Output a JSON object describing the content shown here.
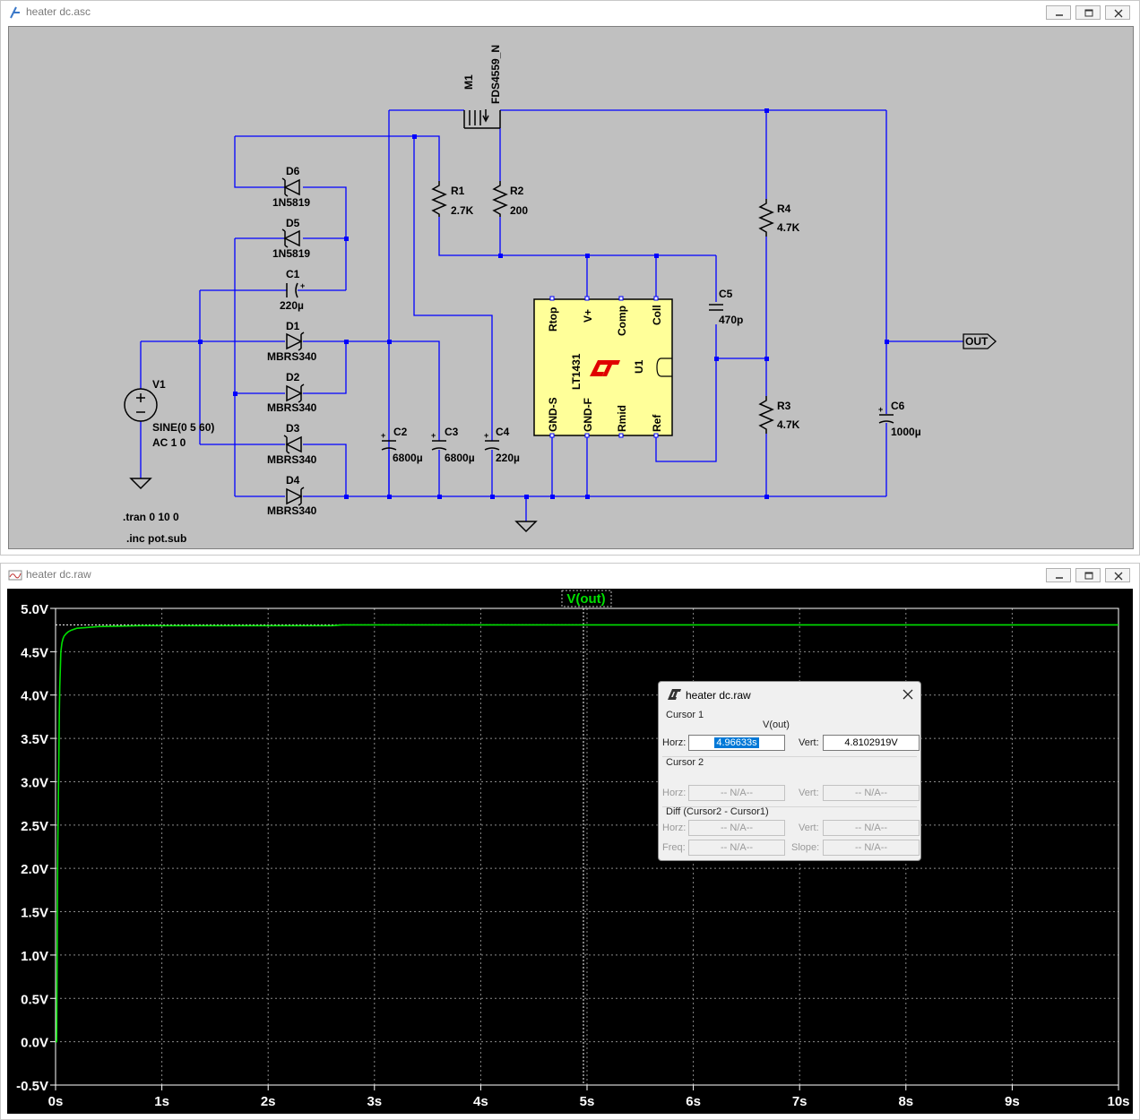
{
  "schematic_window": {
    "title": "heater dc.asc",
    "components": {
      "m1": {
        "ref": "M1",
        "value": "FDS4559_N"
      },
      "r1": {
        "ref": "R1",
        "value": "2.7K"
      },
      "r2": {
        "ref": "R2",
        "value": "200"
      },
      "r3": {
        "ref": "R3",
        "value": "4.7K"
      },
      "r4": {
        "ref": "R4",
        "value": "4.7K"
      },
      "d1": {
        "ref": "D1",
        "value": "MBRS340"
      },
      "d2": {
        "ref": "D2",
        "value": "MBRS340"
      },
      "d3": {
        "ref": "D3",
        "value": "MBRS340"
      },
      "d4": {
        "ref": "D4",
        "value": "MBRS340"
      },
      "d5": {
        "ref": "D5",
        "value": "1N5819"
      },
      "d6": {
        "ref": "D6",
        "value": "1N5819"
      },
      "c1": {
        "ref": "C1",
        "value": "220µ"
      },
      "c2": {
        "ref": "C2",
        "value": "6800µ"
      },
      "c3": {
        "ref": "C3",
        "value": "6800µ"
      },
      "c4": {
        "ref": "C4",
        "value": "220µ"
      },
      "c5": {
        "ref": "C5",
        "value": "470p"
      },
      "c6": {
        "ref": "C6",
        "value": "1000µ"
      },
      "v1": {
        "ref": "V1",
        "line1": "SINE(0 5 60)",
        "line2": "AC 1 0"
      },
      "u1": {
        "ref": "U1",
        "part": "LT1431",
        "pins": {
          "rtop": "Rtop",
          "vplus": "V+",
          "comp": "Comp",
          "coll": "Coll",
          "gnds": "GND-S",
          "gndf": "GND-F",
          "rmid": "Rmid",
          "ref": "Ref"
        }
      }
    },
    "net_label": "OUT",
    "directives": {
      "tran": ".tran 0 10 0",
      "inc": ".inc pot.sub"
    }
  },
  "waveform_window": {
    "title": "heater dc.raw",
    "trace_label": "V(out)"
  },
  "chart_data": {
    "type": "line",
    "title": "",
    "xlabel": "",
    "ylabel": "",
    "xlim": [
      0,
      10
    ],
    "ylim": [
      -0.5,
      5.0
    ],
    "grid": true,
    "x_ticks": [
      "0s",
      "1s",
      "2s",
      "3s",
      "4s",
      "5s",
      "6s",
      "7s",
      "8s",
      "9s",
      "10s"
    ],
    "y_ticks": [
      "5.0V",
      "4.5V",
      "4.0V",
      "3.5V",
      "3.0V",
      "2.5V",
      "2.0V",
      "1.5V",
      "1.0V",
      "0.5V",
      "0.0V",
      "-0.5V"
    ],
    "series": [
      {
        "name": "V(out)",
        "color": "#00e000",
        "x": [
          0,
          0.01,
          0.02,
          0.025,
          0.03,
          0.035,
          0.04,
          0.05,
          0.06,
          0.07,
          0.08,
          0.1,
          0.12,
          0.15,
          0.2,
          0.3,
          0.4,
          0.6,
          0.8,
          1.0,
          1.5,
          2.0,
          2.6,
          2.7,
          3.0,
          4.0,
          5.0,
          6.0,
          7.0,
          8.0,
          9.0,
          10.0
        ],
        "y": [
          0.0,
          0.0,
          2.2,
          2.7,
          3.2,
          3.8,
          4.1,
          4.5,
          4.6,
          4.65,
          4.68,
          4.71,
          4.73,
          4.75,
          4.77,
          4.78,
          4.79,
          4.795,
          4.8,
          4.8,
          4.8,
          4.8,
          4.8,
          4.81,
          4.81,
          4.81,
          4.81,
          4.81,
          4.81,
          4.81,
          4.81,
          4.81
        ]
      }
    ],
    "axis_color": "#ffffff",
    "grid_color": "#8a8a8a"
  },
  "cursor_dialog": {
    "title": "heater dc.raw",
    "cursor1_label": "Cursor 1",
    "trace": "V(out)",
    "horz_label": "Horz:",
    "horz_value": "4.96633s",
    "vert_label": "Vert:",
    "vert_value": "4.8102919V",
    "cursor2_label": "Cursor 2",
    "c2_horz_label": "Horz:",
    "c2_horz_value": "-- N/A--",
    "c2_vert_label": "Vert:",
    "c2_vert_value": "-- N/A--",
    "diff_label": "Diff (Cursor2 - Cursor1)",
    "diff_horz_label": "Horz:",
    "diff_horz_value": "-- N/A--",
    "diff_vert_label": "Vert:",
    "diff_vert_value": "-- N/A--",
    "freq_label": "Freq:",
    "freq_value": "-- N/A--",
    "slope_label": "Slope:",
    "slope_value": "-- N/A--"
  }
}
